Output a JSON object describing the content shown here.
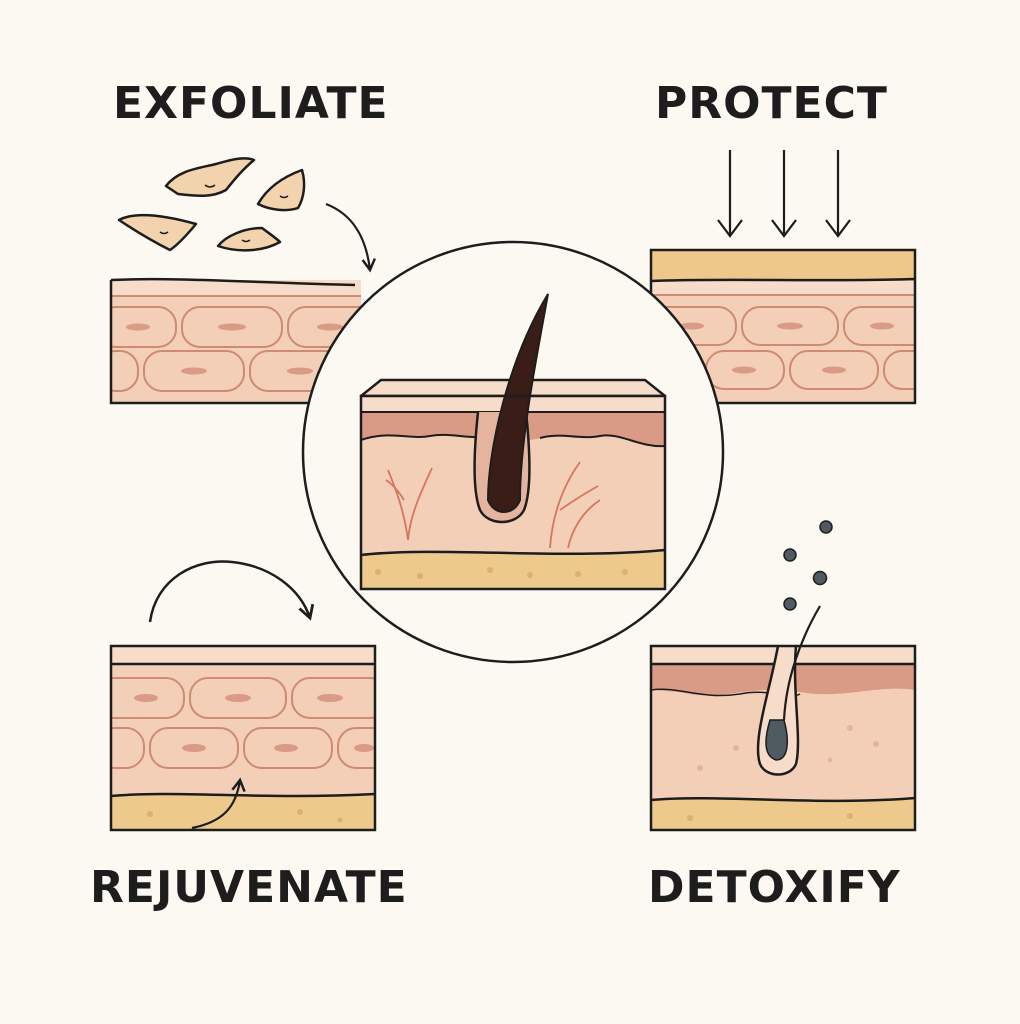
{
  "labels": {
    "exfoliate": "EXFOLIATE",
    "protect": "PROTECT",
    "rejuvenate": "REJUVENATE",
    "detoxify": "DETOXIFY"
  },
  "colors": {
    "background": "#fcf9f3",
    "ink": "#1d1d1d",
    "skin": "#f3cfb7",
    "skin_light": "#f7ddc9",
    "cell_border": "#cf8a72",
    "cell_nucleus": "#d99a86",
    "dermis_band": "#d99a86",
    "fat_layer": "#edc98c",
    "protect_layer": "#eec78a",
    "flake": "#f2d3ae",
    "hair": "#3a1d16",
    "vessel": "#d5765f",
    "toxin": "#4f5a61"
  },
  "icons": [
    "skin-flakes-icon",
    "curved-arrow-icon",
    "down-arrows-icon",
    "hair-follicle-icon",
    "toxin-dots-icon",
    "cycle-arrow-icon"
  ]
}
